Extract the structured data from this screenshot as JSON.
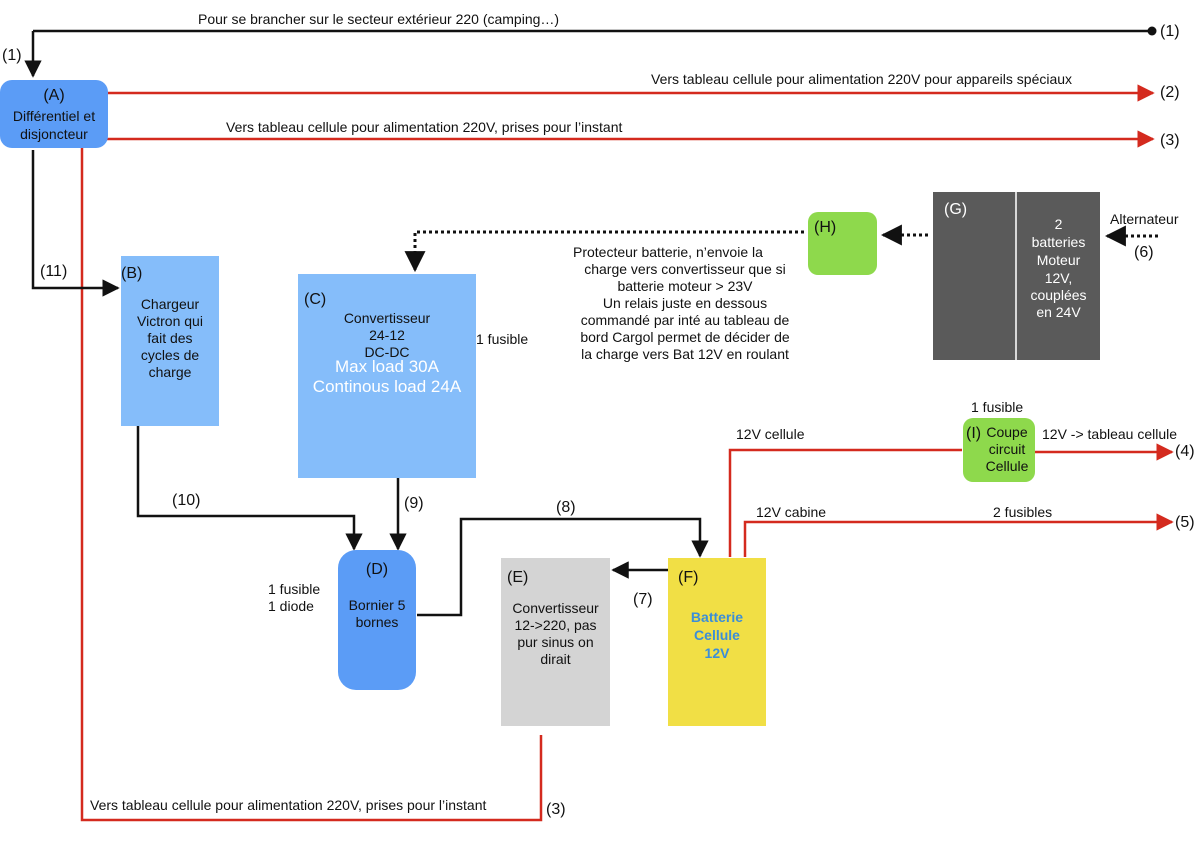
{
  "top_wire": {
    "label": "Pour se brancher sur le secteur extérieur 220 (camping…)",
    "start": "(1)",
    "end": "(1)"
  },
  "outputs": {
    "to_2_label": "Vers tableau cellule pour alimentation 220V pour appareils spéciaux",
    "to_2": "(2)",
    "to_3_label": "Vers tableau cellule pour alimentation 220V, prises pour l’instant",
    "to_3": "(3)",
    "bottom_label": "Vers tableau cellule pour alimentation 220V, prises pour l’instant",
    "bottom_3": "(3)",
    "to_4_label": "12V -> tableau cellule",
    "to_4": "(4)",
    "to_5_label": "2 fusibles",
    "to_5": "(5)"
  },
  "nodes": {
    "A": {
      "id": "(A)",
      "lines": [
        "Différentiel et",
        "disjoncteur"
      ],
      "color": "#5b9cf6"
    },
    "B": {
      "id": "(B)",
      "lines": [
        "Chargeur",
        "Victron qui",
        "fait des",
        "cycles de",
        "charge"
      ],
      "color": "#85bdfa"
    },
    "C": {
      "id": "(C)",
      "lines": [
        "Convertisseur",
        "24-12",
        "DC-DC"
      ],
      "extra": [
        "Max load 30A",
        "Continous load 24A"
      ],
      "color": "#85bdfa"
    },
    "D": {
      "id": "(D)",
      "lines": [
        "Bornier 5",
        "bornes"
      ],
      "color": "#5b9cf6"
    },
    "E": {
      "id": "(E)",
      "lines": [
        "Convertisseur",
        "12->220, pas",
        "pur sinus on",
        "dirait"
      ],
      "color": "#d4d4d4"
    },
    "F": {
      "id": "(F)",
      "lines": [
        "Batterie",
        "Cellule",
        "12V"
      ],
      "color": "#f1df45"
    },
    "G": {
      "id": "(G)",
      "lines": [
        "2",
        "batteries",
        "Moteur",
        "12V,",
        "couplées",
        "en 24V"
      ],
      "color": "#5a5a5a"
    },
    "H": {
      "id": "(H)",
      "color": "#8ed94c"
    },
    "I": {
      "id": "(I)",
      "lines": [
        "Coupe",
        "circuit",
        "Cellule"
      ],
      "color": "#8ed94c"
    }
  },
  "edge_labels": {
    "e11": "(11)",
    "e10": "(10)",
    "e9": "(9)",
    "e8": "(8)",
    "e7": "(7)",
    "e6": "(6)",
    "e1_left": "(1)"
  },
  "notes": {
    "c_fuse": "1 fusible",
    "d_fuse": "1 fusible",
    "d_diode": "1 diode",
    "i_fuse": "1 fusible",
    "cell_12v": "12V cellule",
    "cab_12v": "12V cabine",
    "alternator": "Alternateur",
    "h_desc": [
      "Protecteur batterie, n’envoie la",
      "charge vers convertisseur que si",
      "batterie moteur > 23V",
      "Un relais juste en dessous",
      "commandé par inté au tableau de",
      "bord Cargol permet de décider de",
      "la charge vers Bat 12V en roulant"
    ]
  },
  "colors": {
    "wire_ac": "#d42a1e",
    "wire_dc": "#111111",
    "text_blue": "#3b8ed8"
  }
}
